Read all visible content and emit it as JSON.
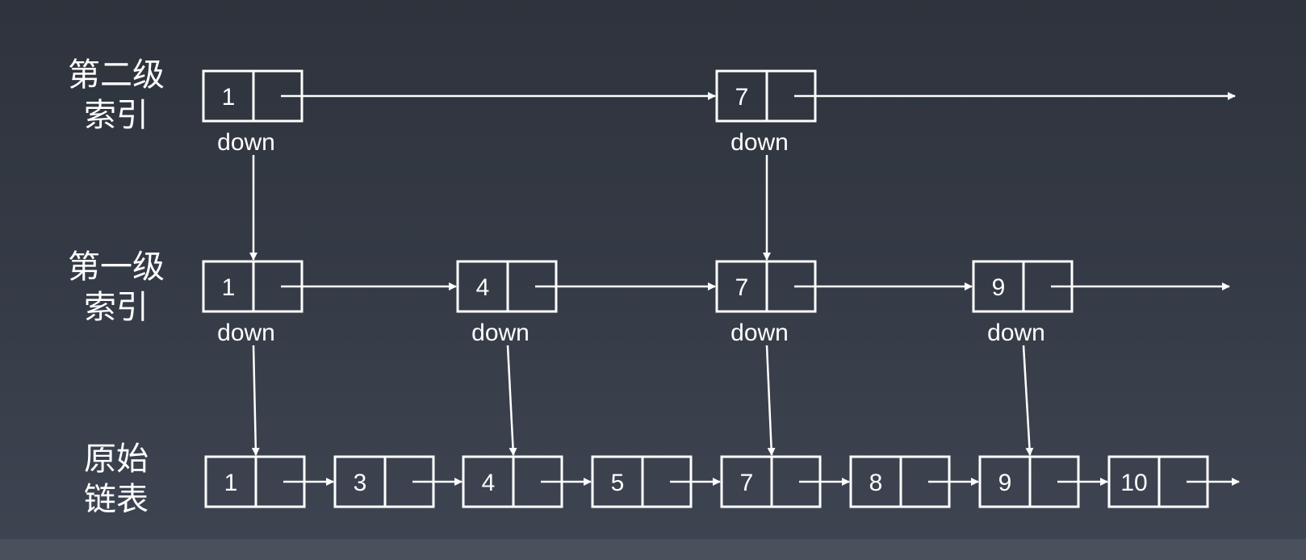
{
  "levels": [
    {
      "label_line1": "第二级",
      "label_line2": "索引",
      "nodes": [
        {
          "value": "1",
          "down_label": "down"
        },
        {
          "value": "7",
          "down_label": "down"
        }
      ]
    },
    {
      "label_line1": "第一级",
      "label_line2": "索引",
      "nodes": [
        {
          "value": "1",
          "down_label": "down"
        },
        {
          "value": "4",
          "down_label": "down"
        },
        {
          "value": "7",
          "down_label": "down"
        },
        {
          "value": "9",
          "down_label": "down"
        }
      ]
    },
    {
      "label_line1": "原始",
      "label_line2": "链表",
      "nodes": [
        {
          "value": "1"
        },
        {
          "value": "3"
        },
        {
          "value": "4"
        },
        {
          "value": "5"
        },
        {
          "value": "7"
        },
        {
          "value": "8"
        },
        {
          "value": "9"
        },
        {
          "value": "10"
        }
      ]
    }
  ],
  "colors": {
    "background": "#353b46",
    "stroke": "#ffffff",
    "text": "#ffffff"
  }
}
